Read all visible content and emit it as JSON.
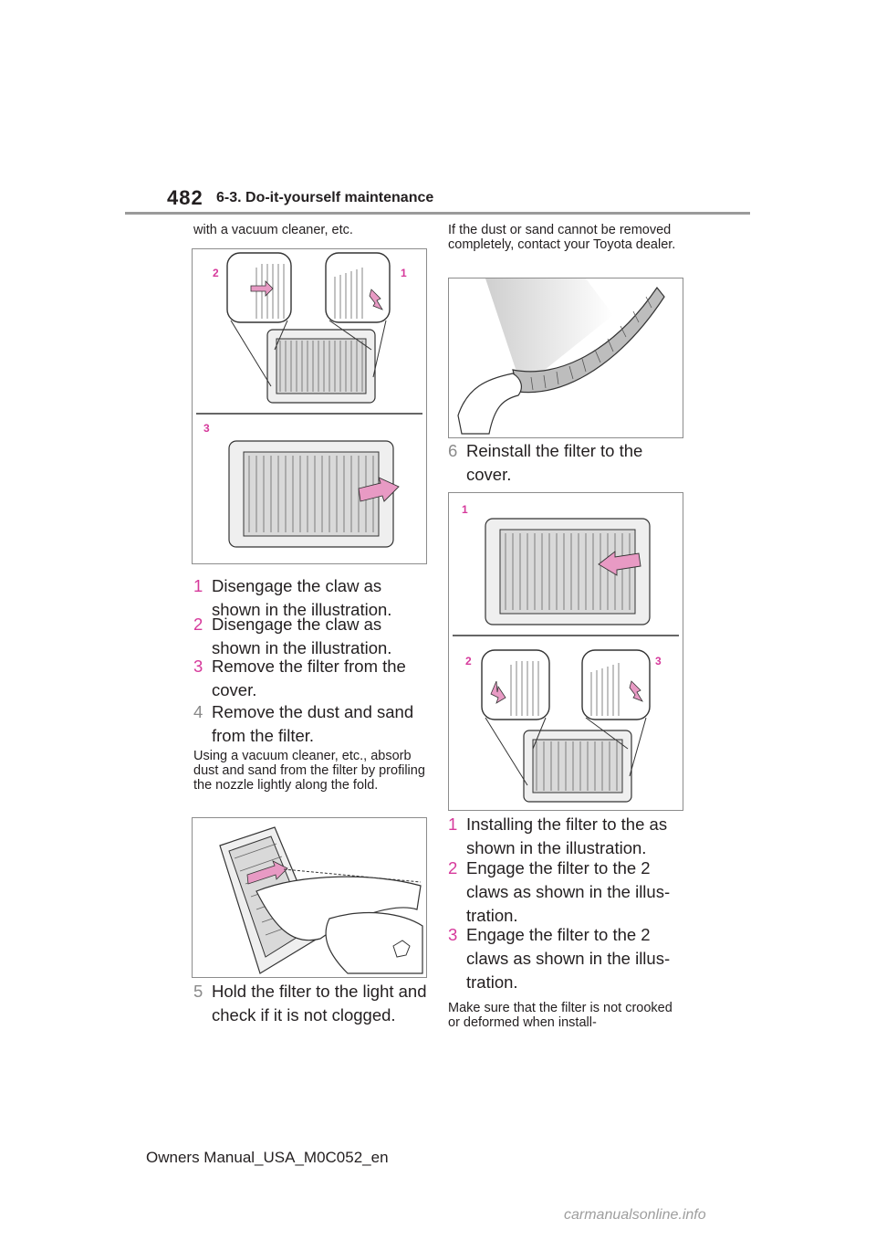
{
  "header": {
    "page_number": "482",
    "section": "6-3. Do-it-yourself maintenance"
  },
  "left": {
    "intro": "with a vacuum cleaner, etc.",
    "fig1": {
      "label1": "1",
      "label2": "2",
      "label3": "3"
    },
    "steps": [
      {
        "n": "1",
        "text": "Disengage the claw as shown in the illustration."
      },
      {
        "n": "2",
        "text": "Disengage the claw as shown in the illustration."
      },
      {
        "n": "3",
        "text": "Remove the filter from the cover."
      },
      {
        "n": "4",
        "text": "Remove the dust and sand from the filter."
      }
    ],
    "note": "Using a vacuum cleaner, etc., absorb dust and sand from the filter by profiling the nozzle lightly along the fold.",
    "step5": {
      "n": "5",
      "text": "Hold the filter to the light and check if it is not clogged."
    }
  },
  "right": {
    "intro": "If the dust or sand cannot be removed completely, contact your Toyota dealer.",
    "step6": {
      "n": "6",
      "text": "Reinstall the filter to the cover."
    },
    "fig2": {
      "label1": "1",
      "label2": "2",
      "label3": "3"
    },
    "steps": [
      {
        "n": "1",
        "text": "Installing the filter to the as shown in the illustration."
      },
      {
        "n": "2",
        "text": "Engage the filter to the 2 claws as shown in the illus- tration."
      },
      {
        "n": "3",
        "text": "Engage the filter to the 2 claws as shown in the illus- tration."
      }
    ],
    "note": "Make sure that the filter is not crooked or deformed when install-"
  },
  "footer": {
    "text": "Owners Manual_USA_M0C052_en"
  },
  "watermark": {
    "text": "carmanualsonline.info"
  },
  "colors": {
    "accent": "#d6399b",
    "rule": "#9a9a9a"
  }
}
